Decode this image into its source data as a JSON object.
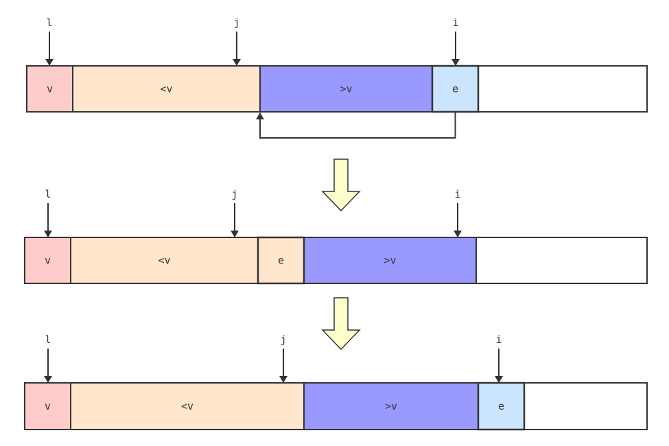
{
  "colors": {
    "pivot": "#ffcccc",
    "less": "#ffe6cc",
    "greater": "#9999ff",
    "elem": "#cce5ff",
    "empty": "#ffffff",
    "stroke": "#333333",
    "down_arrow_fill": "#ffffcc"
  },
  "rows": [
    {
      "segments": [
        {
          "label": "v",
          "role": "pivot",
          "bold": false
        },
        {
          "label": "<v",
          "role": "less",
          "bold": false
        },
        {
          "label": ">v",
          "role": "greater",
          "bold": false
        },
        {
          "label": "e",
          "role": "elem",
          "bold": true
        },
        {
          "label": "",
          "role": "empty",
          "bold": false
        }
      ],
      "pointers": [
        {
          "label": "l",
          "at": "pivot"
        },
        {
          "label": "j",
          "at": "less"
        },
        {
          "label": "i",
          "at": "elem"
        }
      ]
    },
    {
      "segments": [
        {
          "label": "v",
          "role": "pivot",
          "bold": false
        },
        {
          "label": "<v",
          "role": "less",
          "bold": false
        },
        {
          "label": "e",
          "role": "elem-swapped",
          "bold": true
        },
        {
          "label": ">v",
          "role": "greater",
          "bold": false
        },
        {
          "label": "",
          "role": "empty",
          "bold": false
        }
      ],
      "pointers": [
        {
          "label": "l",
          "at": "pivot"
        },
        {
          "label": "j",
          "at": "less"
        },
        {
          "label": "i",
          "at": "greater"
        }
      ]
    },
    {
      "segments": [
        {
          "label": "v",
          "role": "pivot",
          "bold": false
        },
        {
          "label": "<v",
          "role": "less",
          "bold": false
        },
        {
          "label": ">v",
          "role": "greater",
          "bold": false
        },
        {
          "label": "e",
          "role": "elem",
          "bold": true
        },
        {
          "label": "",
          "role": "empty",
          "bold": false
        }
      ],
      "pointers": [
        {
          "label": "l",
          "at": "pivot"
        },
        {
          "label": "j",
          "at": "less"
        },
        {
          "label": "i",
          "at": "elem"
        }
      ]
    }
  ],
  "transitions": [
    {
      "icon": "down-arrow-icon"
    },
    {
      "icon": "down-arrow-icon"
    }
  ],
  "swap": {
    "icon": "swap-arrow-icon",
    "from": "elem",
    "to": "greater"
  }
}
